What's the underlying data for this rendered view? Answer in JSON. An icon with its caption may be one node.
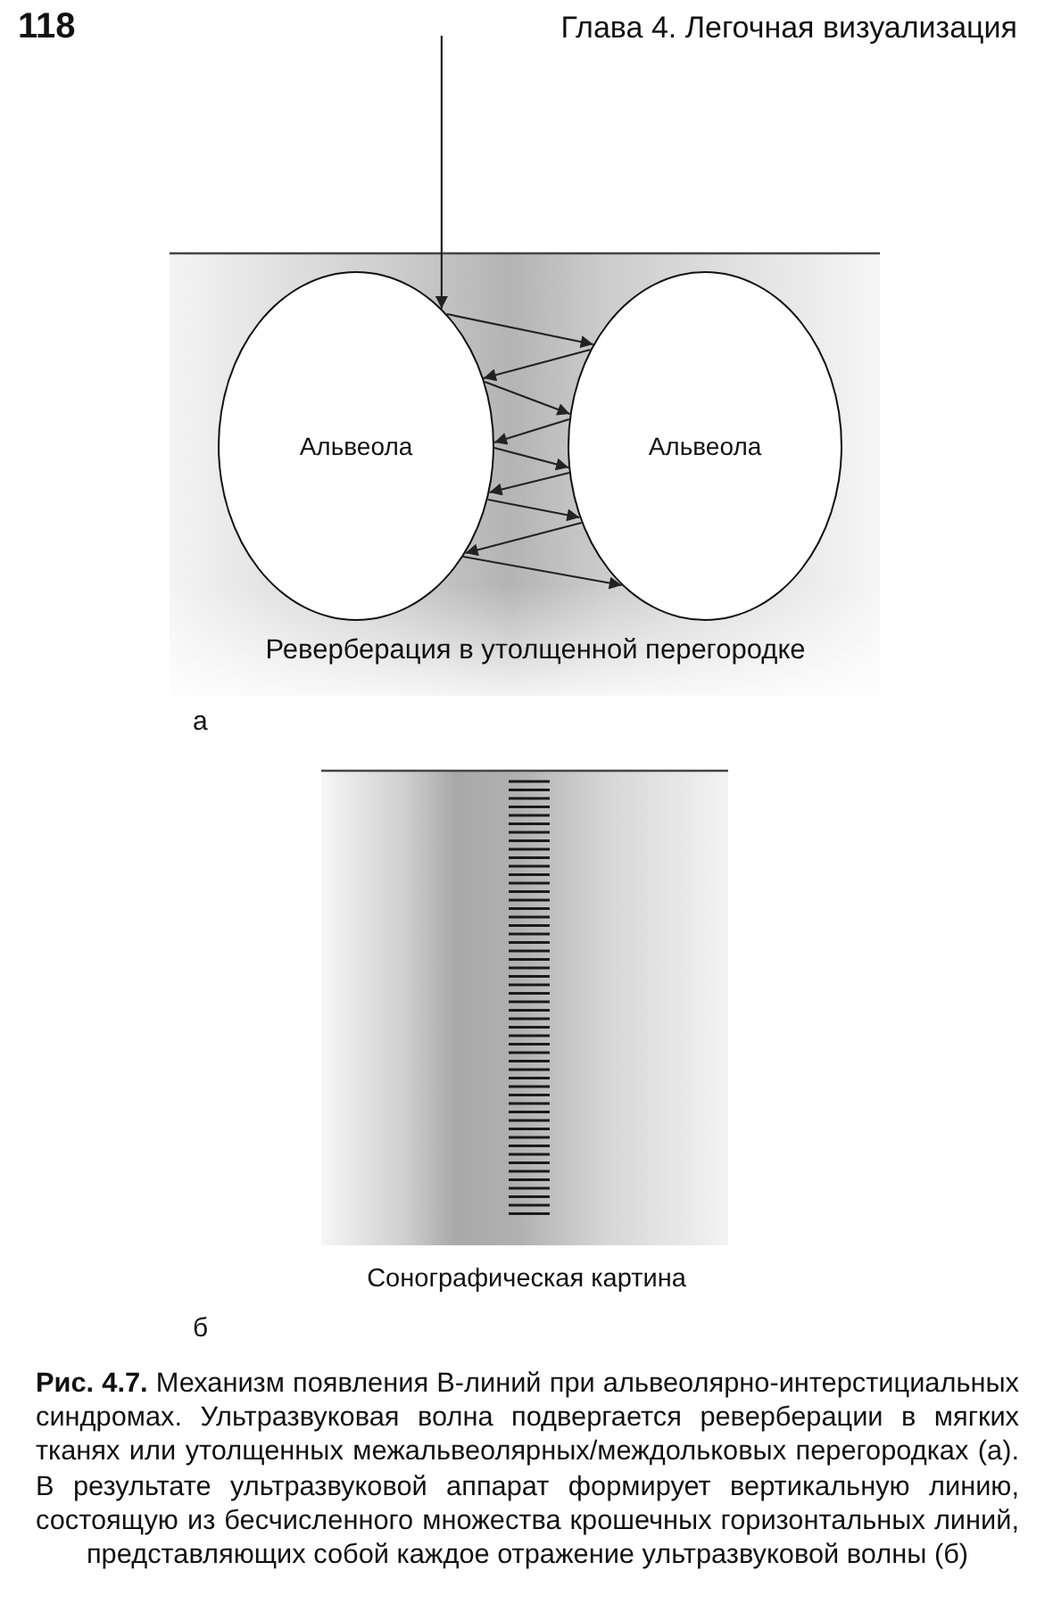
{
  "diagram": {
    "caption": "**Рис. 4.7.** Механизм появления В-линий при альвеолярно-интерстициальных синдромах. Ультразвуковая волна подвергается реверберации в мягких тканях или утолщенных межальвеолярных/междольковых перегородках (а). В результате ультразвуковой аппарат формирует вертикальную линию, состоящую из бесчисленного множества крошечных горизонтальных линий, представляющих собой каждое отражение ультразвуковой волны (б)",
    "nodes": [
      {
        "text": [
          "Альвеола"
        ]
      },
      {
        "text": [
          "Альвеола"
        ]
      }
    ],
    "edges": [
      {
        "from": null,
        "to": 0,
        "arrow": "to"
      },
      {
        "from": 0,
        "to": 1,
        "arrow": "to"
      },
      {
        "from": 1,
        "to": 0,
        "arrow": "to"
      },
      {
        "from": 0,
        "to": 1,
        "arrow": "to"
      },
      {
        "from": 1,
        "to": 0,
        "arrow": "to"
      },
      {
        "from": 0,
        "to": 1,
        "arrow": "to"
      },
      {
        "from": 1,
        "to": 0,
        "arrow": "to"
      },
      {
        "from": 0,
        "to": 1,
        "arrow": "to"
      },
      {
        "from": 1,
        "to": 0,
        "arrow": "to"
      },
      {
        "from": 0,
        "to": 1,
        "arrow": "to"
      }
    ],
    "labels": [
      "118",
      "Глава 4. Легочная визуализация",
      "Реверберация в утолщенной перегородке",
      "а",
      "Сонографическая картина",
      "б"
    ]
  }
}
